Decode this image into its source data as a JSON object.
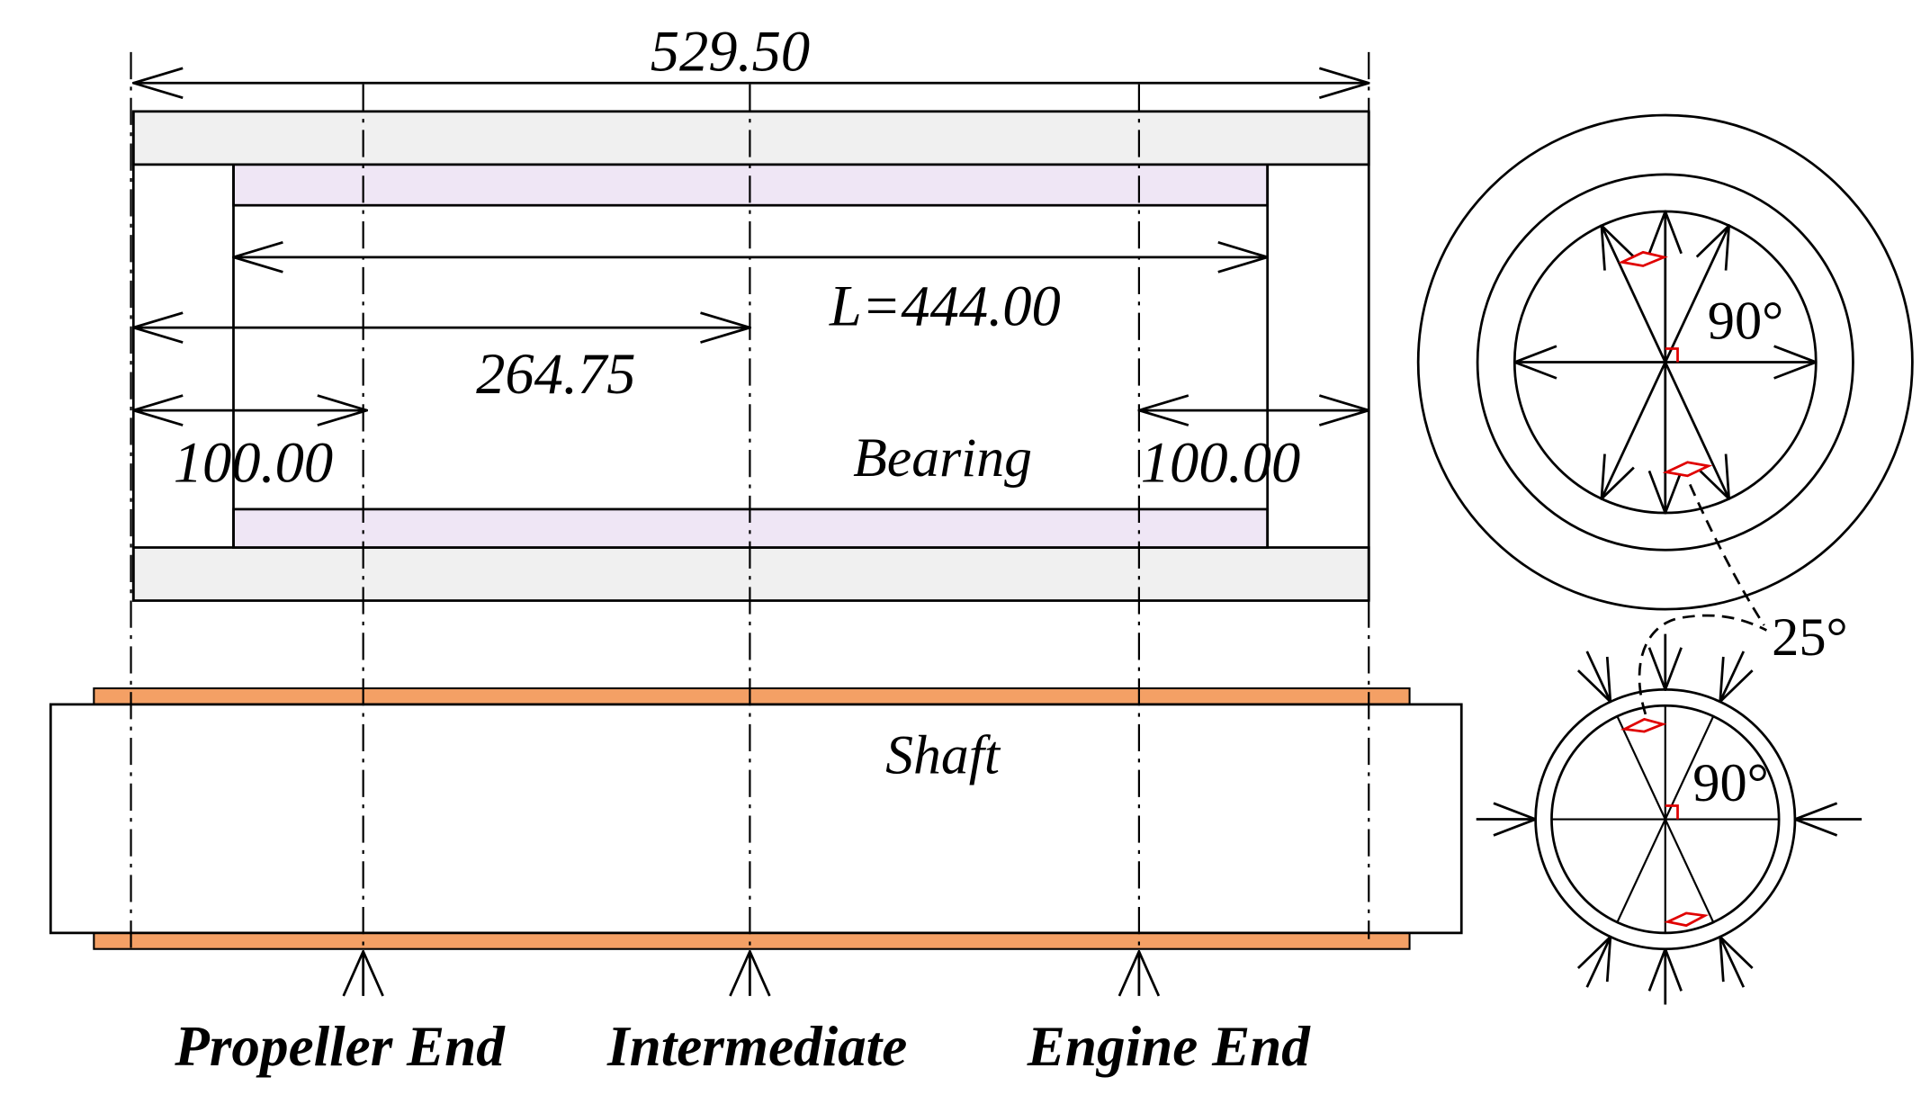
{
  "dimensions": {
    "overall": "529.50",
    "bearing_length": "L=444.00",
    "mid_position": "264.75",
    "left_offset": "100.00",
    "right_offset": "100.00"
  },
  "labels": {
    "bearing": "Bearing",
    "shaft": "Shaft"
  },
  "stations": [
    {
      "label": "Propeller End"
    },
    {
      "label": "Intermediate"
    },
    {
      "label": "Engine End"
    }
  ],
  "section_views": {
    "bearing_angle": "90°",
    "shaft_angle": "90°",
    "spread_angle": "25°"
  },
  "colors": {
    "line": "#000000",
    "housing_fill": "#f0f0f0",
    "housing_hatch": "#9a9a9a",
    "liner_fill": "#efe6f5",
    "liner_hatch": "#b49ccb",
    "shaft_lining": "#f4a065",
    "marker": "#e00000"
  }
}
